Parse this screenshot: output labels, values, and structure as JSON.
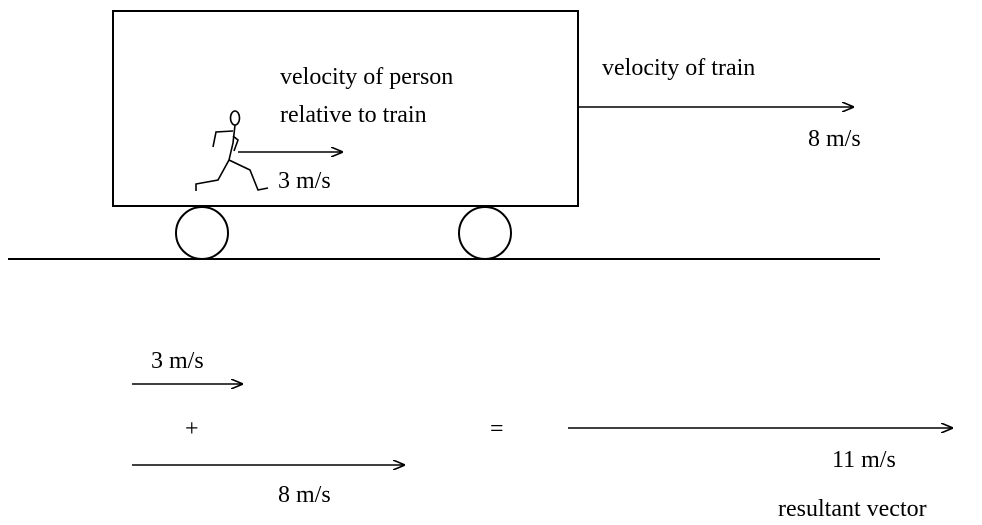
{
  "labels": {
    "person_velocity_line1": "velocity of person",
    "person_velocity_line2": "relative to train",
    "person_speed": "3 m/s",
    "train_velocity": "velocity of train",
    "train_speed": "8 m/s",
    "addend_top": "3 m/s",
    "plus": "+",
    "addend_bottom": "8 m/s",
    "equals": "=",
    "resultant_speed": "11 m/s",
    "resultant_caption": "resultant vector"
  },
  "values": {
    "person_speed_mps": 3,
    "train_speed_mps": 8,
    "resultant_speed_mps": 11
  },
  "colors": {
    "ink": "#000000",
    "background": "#ffffff"
  }
}
